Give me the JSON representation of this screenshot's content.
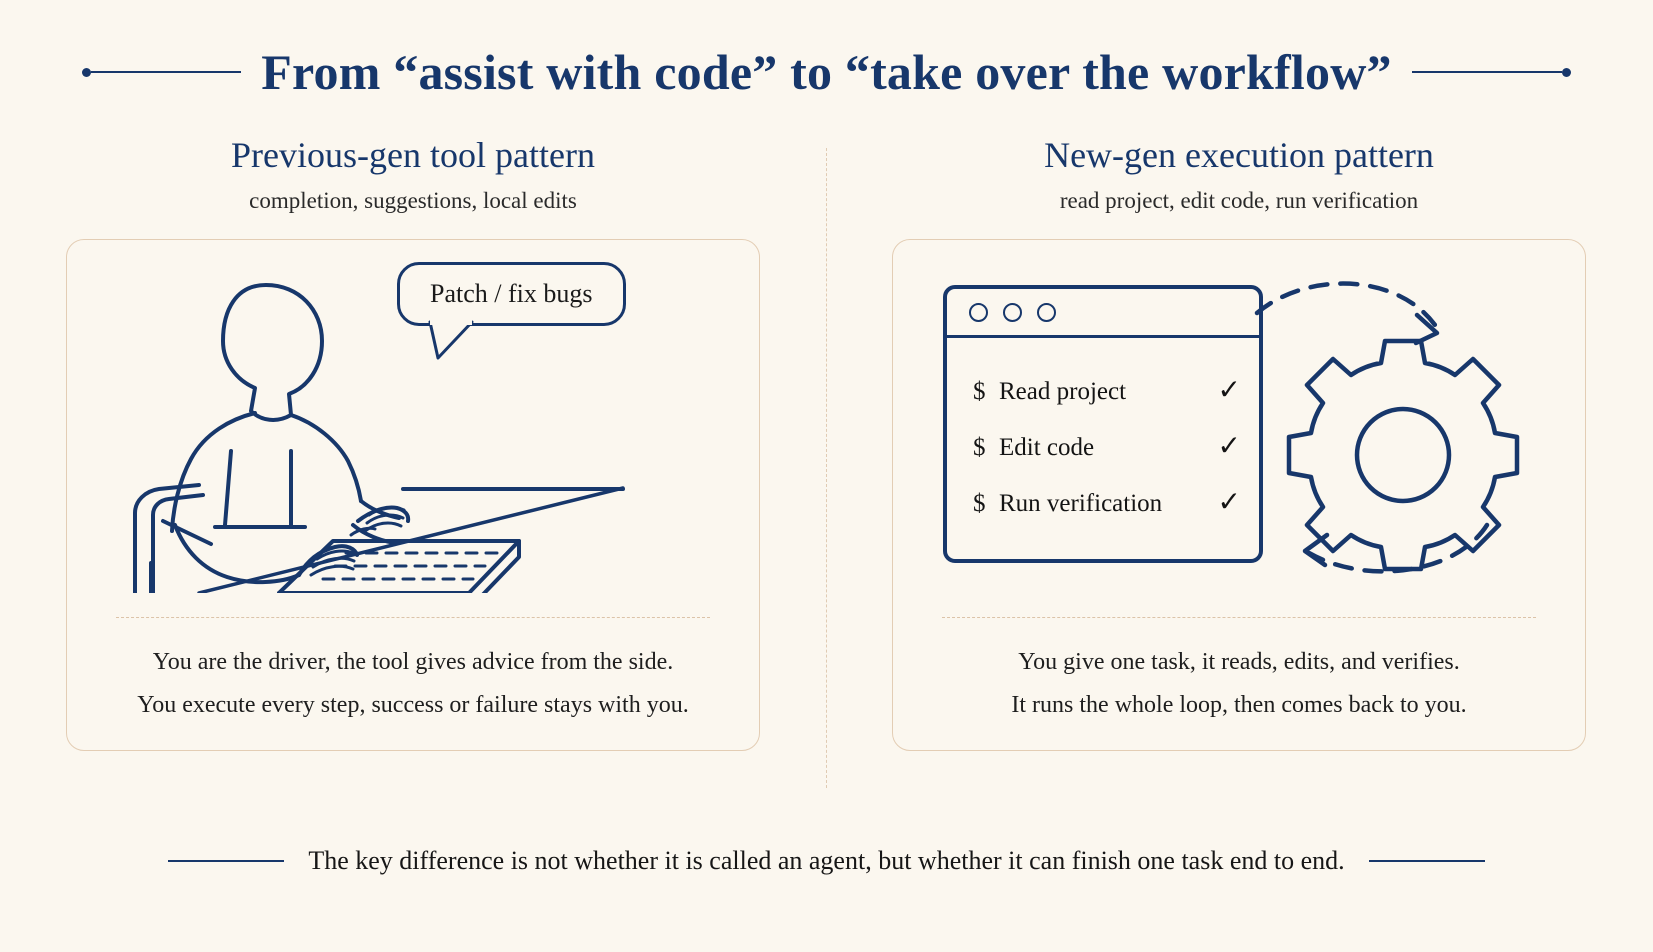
{
  "page": {
    "title": "From “assist with code” to “take over the workflow”",
    "background_color": "#fbf7ef",
    "accent_color": "#17376b",
    "card_border_color": "#e3cdb4"
  },
  "left_column": {
    "heading": "Previous-gen tool pattern",
    "subheading": "completion, suggestions, local edits",
    "illustration": {
      "name": "person-typing-at-desk",
      "speech_bubble_text": "Patch / fix bugs"
    },
    "captions": [
      "You are the driver, the tool gives advice from the side.",
      "You execute every step, success or failure stays with you."
    ]
  },
  "right_column": {
    "heading": "New-gen execution pattern",
    "subheading": "read project, edit code, run verification",
    "illustration": {
      "name": "terminal-window-with-gear-loop",
      "window_dots": 3,
      "terminal_lines": [
        {
          "prompt": "$",
          "command": "Read  project",
          "status": "✓"
        },
        {
          "prompt": "$",
          "command": "Edit  code",
          "status": "✓"
        },
        {
          "prompt": "$",
          "command": "Run verification",
          "status": "✓"
        }
      ]
    },
    "captions": [
      "You give one task, it reads, edits, and verifies.",
      "It runs the whole loop, then comes back to you."
    ]
  },
  "footer": {
    "text": "The key difference is not whether it is called an agent, but whether it can finish one task end to end."
  }
}
